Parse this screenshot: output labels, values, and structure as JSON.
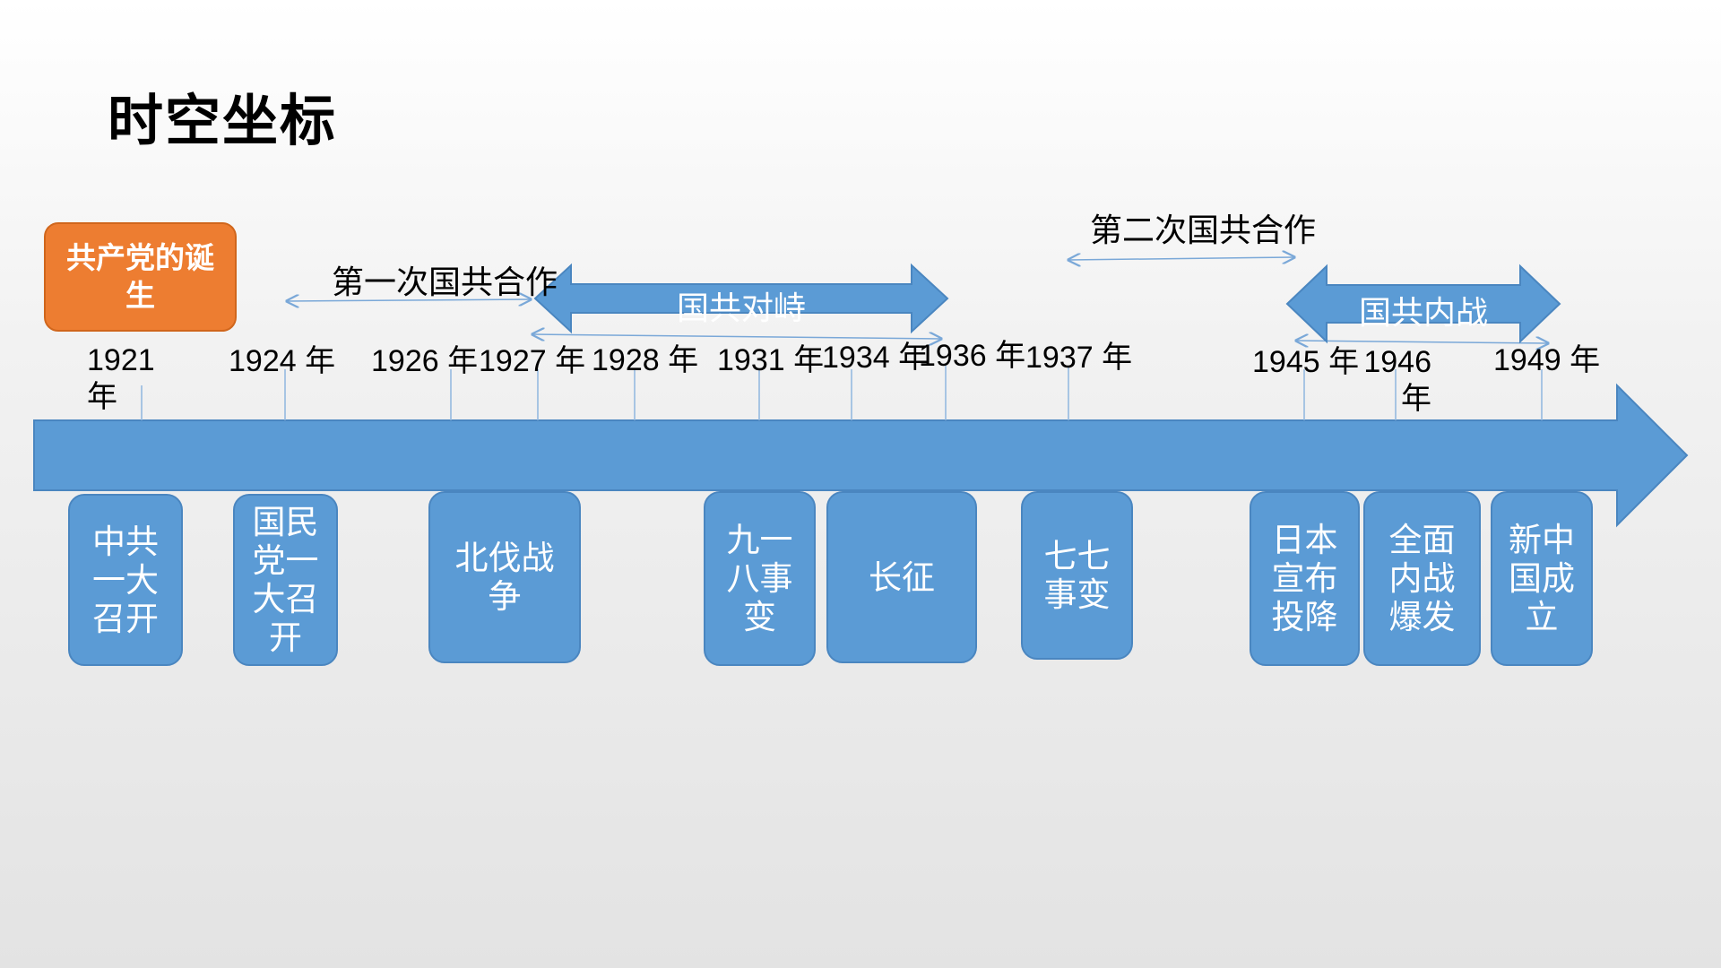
{
  "title": "时空坐标",
  "origin_box": "共产党的诞生",
  "periods": {
    "first_coop": "第一次国共合作",
    "confrontation": "国共对峙",
    "second_coop": "第二次国共合作",
    "civil_war": "国共内战"
  },
  "years": [
    "1921 年",
    "1924 年",
    "1926 年",
    "1927 年",
    "1928 年",
    "1931 年",
    "1934 年",
    "1936 年",
    "1937 年",
    "1945 年",
    "1946 年",
    "1949 年"
  ],
  "events": [
    "中共一大召开",
    "国民党一大召开",
    "北伐战争",
    "九一八事变",
    "长征",
    "七七事变",
    "日本宣布投降",
    "全面内战爆发",
    "新中国成立"
  ],
  "colors": {
    "timeline": "#5b9bd5",
    "event_box": "#5b9bd5",
    "origin_box": "#ed7d31",
    "thin_arrow": "#7aa8d8"
  }
}
